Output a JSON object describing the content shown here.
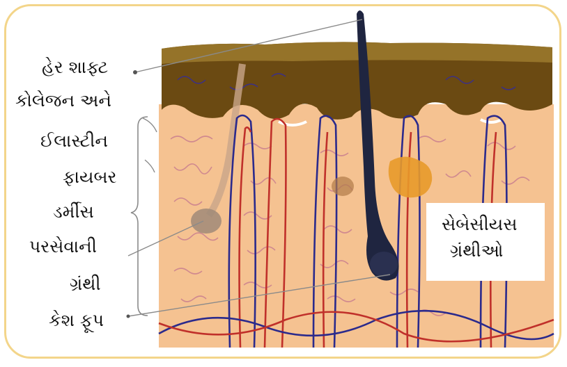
{
  "labels": {
    "hair_shaft": "હેર શાફ્ટ",
    "collagen_1": "કોલેજન અને",
    "collagen_2": "ઈલાસ્ટીન",
    "collagen_3": "ફાયબર",
    "dermis": "ડર્મીસ",
    "sweat_1": "પરસેવાની",
    "sweat_2": "ગ્રંથી",
    "follicle": "કેશ ફૂપ",
    "sebaceous_1": "સેબેસીયસ",
    "sebaceous_2": "ગ્રંથીઓ"
  },
  "colors": {
    "frame": "#f3d58a",
    "epidermis": "#6b4a12",
    "dermis": "#f5c291",
    "vein": "#2b2a8c",
    "artery": "#c0302a",
    "hair": "#1f2540",
    "sebaceous": "#e89a2a"
  }
}
